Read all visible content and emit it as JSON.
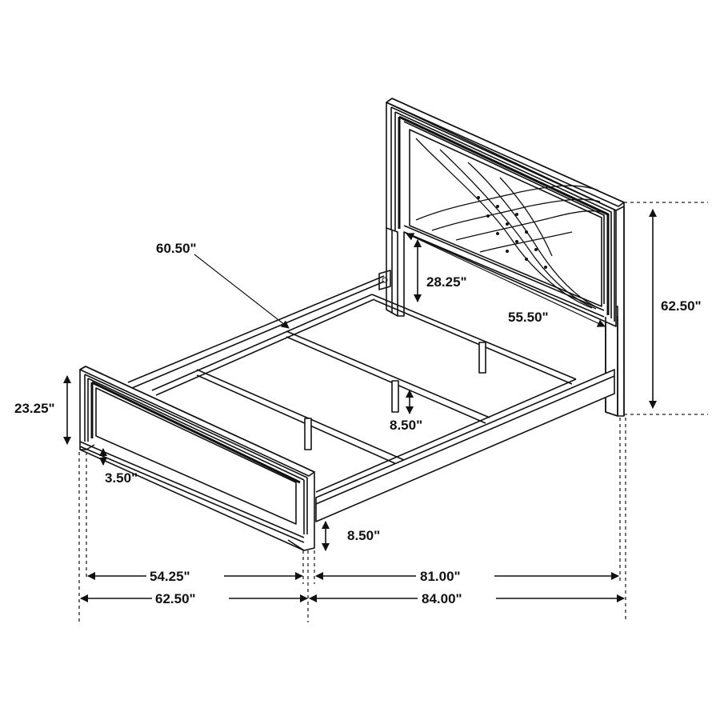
{
  "diagram": {
    "subject": "Bed frame dimension drawing",
    "units": "inches",
    "colors": {
      "line": "#111111",
      "background": "#ffffff"
    },
    "dimensions": {
      "rail_inner_width": "60.50\"",
      "headboard_panel_height": "28.25\"",
      "headboard_panel_width": "55.50\"",
      "headboard_height": "62.50\"",
      "footboard_height": "23.25\"",
      "footboard_clearance": "3.50\"",
      "center_support_height": "8.50\"",
      "rail_clearance": "8.50\"",
      "footboard_inner_width": "54.25\"",
      "overall_width": "62.50\"",
      "rail_length": "81.00\"",
      "overall_length": "84.00\""
    }
  }
}
